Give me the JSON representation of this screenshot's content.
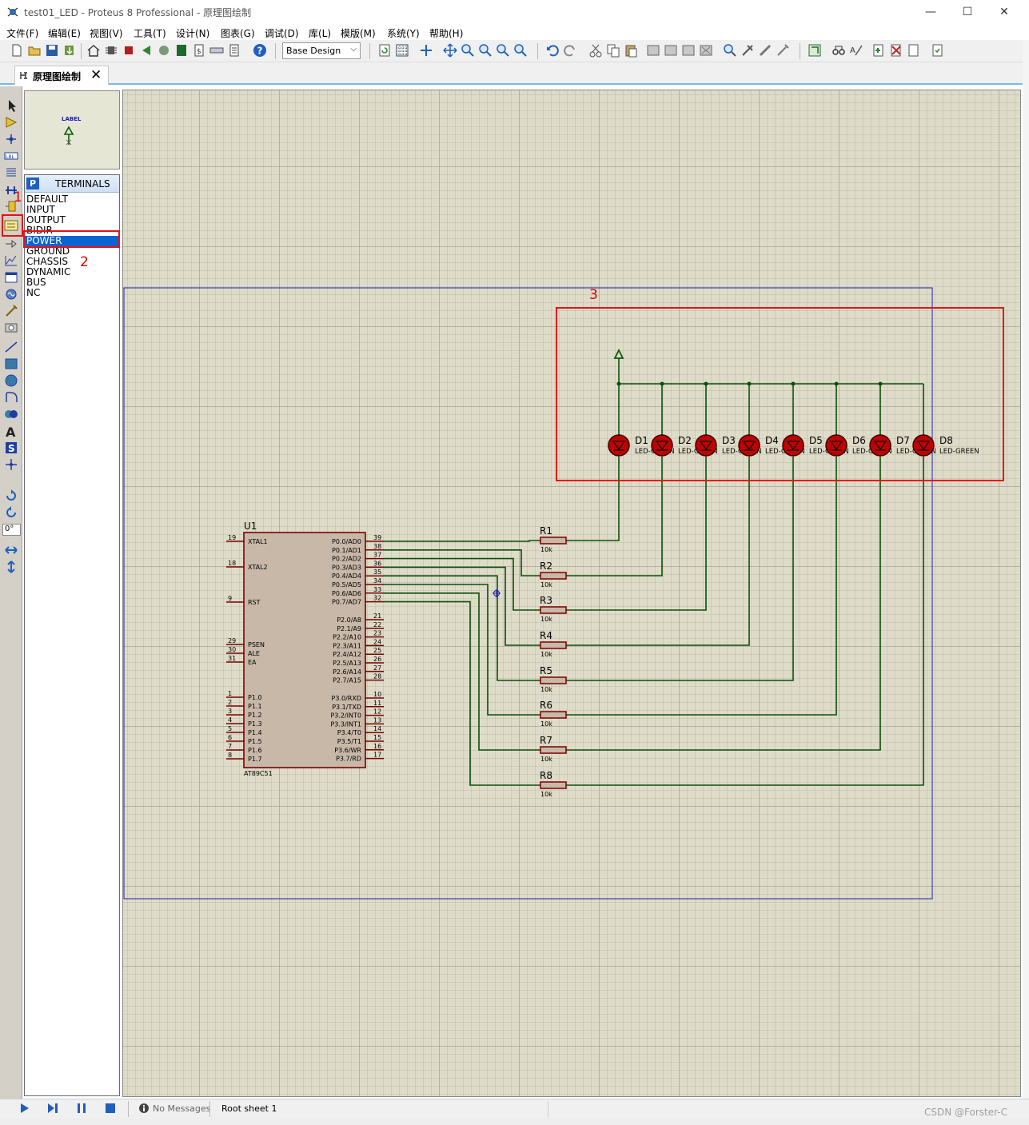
{
  "window": {
    "title": "test01_LED - Proteus 8 Professional - 原理图绘制",
    "controls": {
      "minimize": "—",
      "maximize": "☐",
      "close": "✕"
    }
  },
  "menu": [
    "文件(F)",
    "编辑(E)",
    "视图(V)",
    "工具(T)",
    "设计(N)",
    "图表(G)",
    "调试(D)",
    "库(L)",
    "模版(M)",
    "系统(Y)",
    "帮助(H)"
  ],
  "toolbar": {
    "design_select": "Base Design"
  },
  "tab": {
    "label": "原理图绘制",
    "close": "✕"
  },
  "left_tools": {
    "angle_value": "0°"
  },
  "preview": {
    "label": "LABEL"
  },
  "terminals": {
    "pick_letter": "P",
    "title": "TERMINALS",
    "items": [
      "DEFAULT",
      "INPUT",
      "OUTPUT",
      "BIDIR",
      "POWER",
      "GROUND",
      "CHASSIS",
      "DYNAMIC",
      "BUS",
      "NC"
    ],
    "selected": "POWER"
  },
  "annotations": {
    "a1": "1",
    "a2": "2",
    "a3": "3"
  },
  "schematic": {
    "chip": {
      "ref": "U1",
      "part": "AT89C51",
      "left_pins": [
        {
          "num": "19",
          "name": "XTAL1"
        },
        {
          "num": "18",
          "name": "XTAL2"
        },
        {
          "num": "9",
          "name": "RST"
        },
        {
          "num": "29",
          "name": "PSEN"
        },
        {
          "num": "30",
          "name": "ALE"
        },
        {
          "num": "31",
          "name": "EA"
        },
        {
          "num": "1",
          "name": "P1.0"
        },
        {
          "num": "2",
          "name": "P1.1"
        },
        {
          "num": "3",
          "name": "P1.2"
        },
        {
          "num": "4",
          "name": "P1.3"
        },
        {
          "num": "5",
          "name": "P1.4"
        },
        {
          "num": "6",
          "name": "P1.5"
        },
        {
          "num": "7",
          "name": "P1.6"
        },
        {
          "num": "8",
          "name": "P1.7"
        }
      ],
      "right_pins": [
        {
          "num": "39",
          "name": "P0.0/AD0"
        },
        {
          "num": "38",
          "name": "P0.1/AD1"
        },
        {
          "num": "37",
          "name": "P0.2/AD2"
        },
        {
          "num": "36",
          "name": "P0.3/AD3"
        },
        {
          "num": "35",
          "name": "P0.4/AD4"
        },
        {
          "num": "34",
          "name": "P0.5/AD5"
        },
        {
          "num": "33",
          "name": "P0.6/AD6"
        },
        {
          "num": "32",
          "name": "P0.7/AD7"
        },
        {
          "num": "21",
          "name": "P2.0/A8"
        },
        {
          "num": "22",
          "name": "P2.1/A9"
        },
        {
          "num": "23",
          "name": "P2.2/A10"
        },
        {
          "num": "24",
          "name": "P2.3/A11"
        },
        {
          "num": "25",
          "name": "P2.4/A12"
        },
        {
          "num": "26",
          "name": "P2.5/A13"
        },
        {
          "num": "27",
          "name": "P2.6/A14"
        },
        {
          "num": "28",
          "name": "P2.7/A15"
        },
        {
          "num": "10",
          "name": "P3.0/RXD"
        },
        {
          "num": "11",
          "name": "P3.1/TXD"
        },
        {
          "num": "12",
          "name": "P3.2/INT0"
        },
        {
          "num": "13",
          "name": "P3.3/INT1"
        },
        {
          "num": "14",
          "name": "P3.4/T0"
        },
        {
          "num": "15",
          "name": "P3.5/T1"
        },
        {
          "num": "16",
          "name": "P3.6/WR"
        },
        {
          "num": "17",
          "name": "P3.7/RD"
        }
      ]
    },
    "resistors": [
      {
        "ref": "R1",
        "value": "10k"
      },
      {
        "ref": "R2",
        "value": "10k"
      },
      {
        "ref": "R3",
        "value": "10k"
      },
      {
        "ref": "R4",
        "value": "10k"
      },
      {
        "ref": "R5",
        "value": "10k"
      },
      {
        "ref": "R6",
        "value": "10k"
      },
      {
        "ref": "R7",
        "value": "10k"
      },
      {
        "ref": "R8",
        "value": "10k"
      }
    ],
    "leds": [
      {
        "ref": "D1",
        "value": "LED-GREEN"
      },
      {
        "ref": "D2",
        "value": "LED-GREEN"
      },
      {
        "ref": "D3",
        "value": "LED-GREEN"
      },
      {
        "ref": "D4",
        "value": "LED-GREEN"
      },
      {
        "ref": "D5",
        "value": "LED-GREEN"
      },
      {
        "ref": "D6",
        "value": "LED-GREEN"
      },
      {
        "ref": "D7",
        "value": "LED-GREEN"
      },
      {
        "ref": "D8",
        "value": "LED-GREEN"
      }
    ]
  },
  "status": {
    "messages": "No Messages",
    "sheet": "Root sheet 1"
  },
  "watermark": "CSDN @Forster-C",
  "colors": {
    "wire": "#0b4f0b",
    "chip_fill": "#c8b8a8",
    "chip_border": "#7a0000",
    "pin": "#7a0000",
    "led": "#c00000",
    "annotation": "#e81010",
    "selection": "#0a64d1",
    "sheet_border": "#1e1ea8"
  }
}
